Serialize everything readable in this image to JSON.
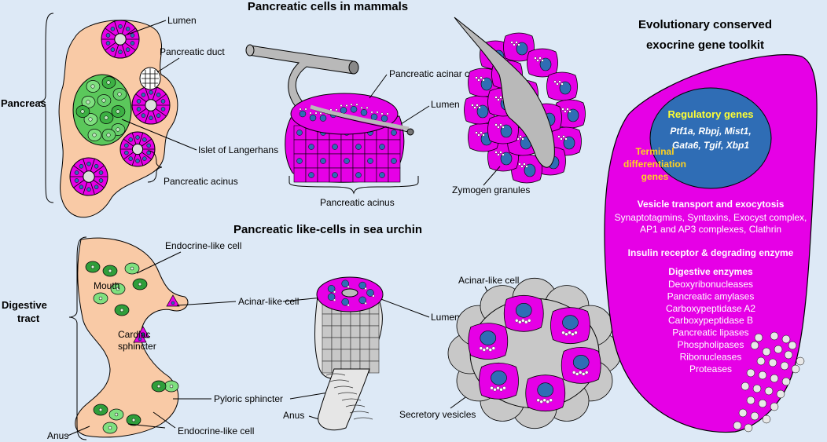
{
  "titles": {
    "mammals": "Pancreatic cells in mammals",
    "urchin": "Pancreatic like-cells in sea urchin",
    "toolkit_line1": "Evolutionary conserved",
    "toolkit_line2": "exocrine gene toolkit"
  },
  "mammal_labels": {
    "pancreas": "Pancreas",
    "lumen_left": "Lumen",
    "pancreatic_duct": "Pancreatic duct",
    "islet": "Islet of Langerhans",
    "acinus_left": "Pancreatic acinus",
    "acinar_cell": "Pancreatic acinar cell",
    "lumen_mid": "Lumen",
    "acinus_mid": "Pancreatic acinus",
    "zymogen": "Zymogen granules"
  },
  "urchin_labels": {
    "digestive_1": "Digestive",
    "digestive_2": "tract",
    "endocrine_top": "Endocrine-like cell",
    "mouth": "Mouth",
    "cardiac_1": "Cardiac",
    "cardiac_2": "sphincter",
    "acinar_mid": "Acinar-like cell",
    "lumen": "Lumen",
    "acinar_right": "Acinar-like cell",
    "pyloric": "Pyloric sphincter",
    "anus_left": "Anus",
    "endocrine_bottom": "Endocrine-like cell",
    "anus_mid": "Anus",
    "secretory": "Secretory vesicles"
  },
  "toolkit": {
    "regulatory_title": "Regulatory genes",
    "regulatory_genes_1": "Ptf1a, Rbpj, Mist1,",
    "regulatory_genes_2": "Gata6, Tgif, Xbp1",
    "terminal_1": "Terminal",
    "terminal_2": "differentiation",
    "terminal_3": "genes",
    "vesicle_title": "Vesicle transport and exocytosis",
    "vesicle_1": "Synaptotagmins, Syntaxins,  Exocyst complex,",
    "vesicle_2": "AP1 and AP3 complexes, Clathrin",
    "insulin": "Insulin receptor & degrading enzyme",
    "digestive_title": "Digestive enzymes",
    "enzymes": [
      "Deoxyribonucleases",
      "Pancreatic amylases",
      "Carboxypeptidase A2",
      "Carboxypeptidase B",
      "Pancreatic lipases",
      "Phospholipases",
      "Ribonucleases",
      "Proteases"
    ]
  },
  "colors": {
    "background": "#dde9f6",
    "magenta": "#e600e6",
    "nucleus": "#2f6db5",
    "tissue": "#f9caa6",
    "green_dark": "#2f9e3a",
    "green_light": "#7fe07f",
    "gray": "#c8c8c8",
    "yellow": "#ffff33"
  }
}
